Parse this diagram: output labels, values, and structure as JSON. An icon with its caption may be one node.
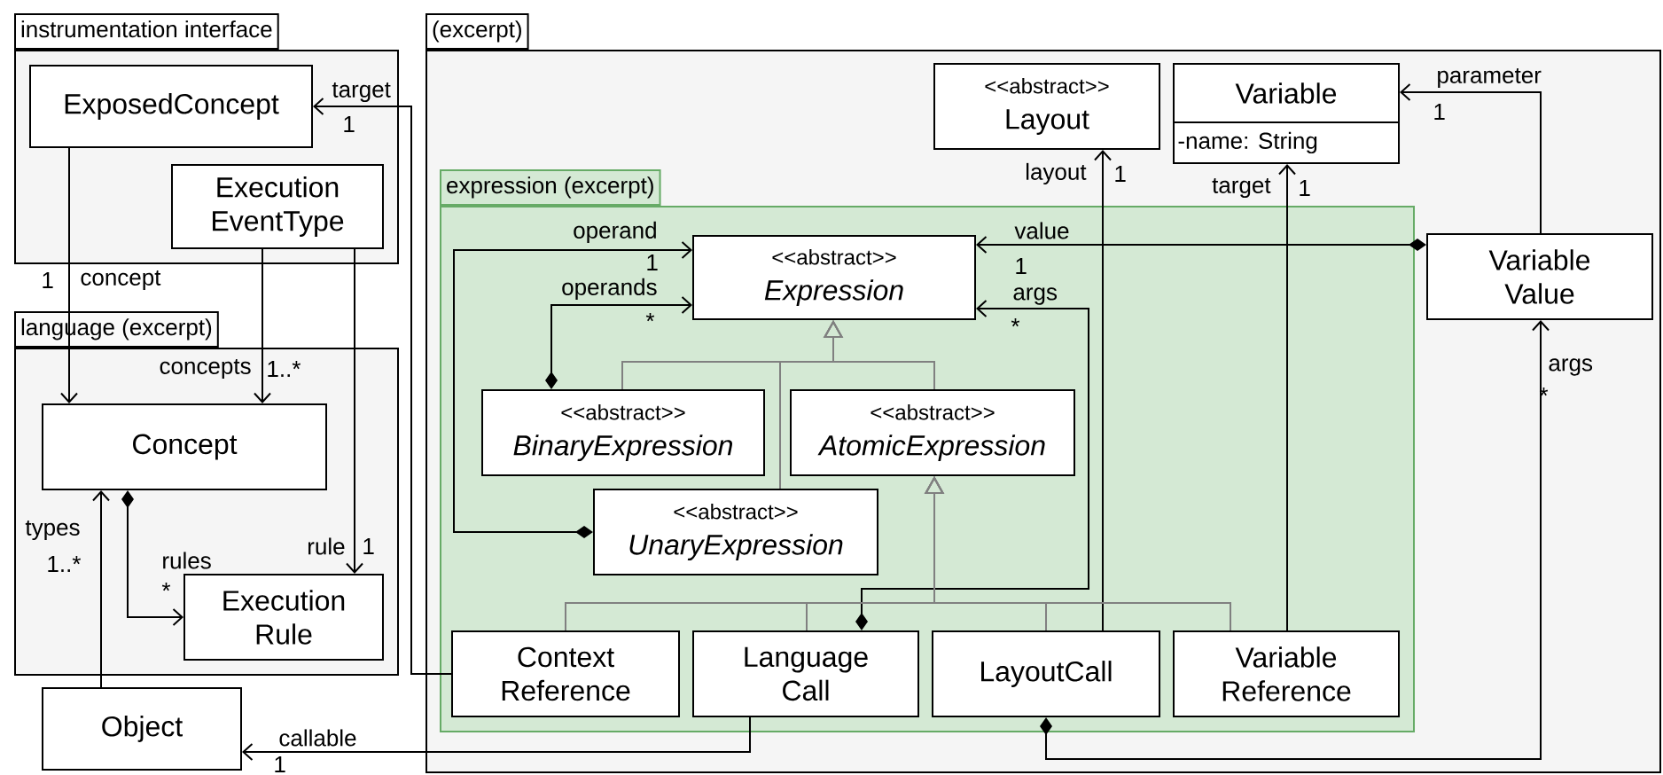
{
  "diagram": {
    "nodes": [
      {
        "text": [
          "instrumentation interface"
        ]
      },
      {
        "text": [
          "ExposedConcept"
        ],
        "in": 0
      },
      {
        "text": [
          "Execution EventType"
        ],
        "in": 0
      },
      {
        "text": [
          "language (excerpt)"
        ]
      },
      {
        "text": [
          "Concept"
        ],
        "in": 3
      },
      {
        "text": [
          "Execution Rule"
        ],
        "in": 3
      },
      {
        "text": [
          "Object"
        ]
      },
      {
        "text": [
          "(excerpt)"
        ]
      },
      {
        "text": [
          "<<abstract>>",
          "Layout"
        ],
        "in": 7
      },
      {
        "text": [
          "Variable",
          "-name: String"
        ],
        "in": 7
      },
      {
        "text": [
          "expression (excerpt)"
        ],
        "in": 7
      },
      {
        "text": [
          "<<abstract>>",
          "Expression"
        ],
        "in": 10
      },
      {
        "text": [
          "<<abstract>>",
          "BinaryExpression"
        ],
        "in": 10
      },
      {
        "text": [
          "<<abstract>>",
          "AtomicExpression"
        ],
        "in": 10
      },
      {
        "text": [
          "<<abstract>>",
          "UnaryExpression"
        ],
        "in": 10
      },
      {
        "text": [
          "Context Reference"
        ],
        "in": 10
      },
      {
        "text": [
          "Language Call"
        ],
        "in": 10
      },
      {
        "text": [
          "LayoutCall"
        ],
        "in": 10
      },
      {
        "text": [
          "Variable Reference"
        ],
        "in": 10
      },
      {
        "text": [
          "Variable Value"
        ],
        "in": 7
      }
    ],
    "edges": [
      {
        "from": 15,
        "to": 1,
        "arrow": "to",
        "label": "target"
      },
      {
        "from": 1,
        "to": 4,
        "arrow": "to",
        "label": "concept"
      },
      {
        "from": 2,
        "to": 4,
        "arrow": "to",
        "label": "concepts"
      },
      {
        "from": 2,
        "to": 5,
        "arrow": "to",
        "label": "rule"
      },
      {
        "from": 4,
        "to": 5,
        "arrow": "to",
        "label": "rules"
      },
      {
        "from": 6,
        "to": 4,
        "arrow": "to",
        "label": "types"
      },
      {
        "from": 16,
        "to": 6,
        "arrow": "to",
        "label": "callable"
      },
      {
        "from": 14,
        "to": 11,
        "arrow": "to",
        "label": "operand"
      },
      {
        "from": 12,
        "to": 11,
        "arrow": "to",
        "label": "operands"
      },
      {
        "from": 16,
        "to": 11,
        "arrow": "to",
        "label": "args"
      },
      {
        "from": 19,
        "to": 11,
        "arrow": "to",
        "label": "value"
      },
      {
        "from": 17,
        "to": 8,
        "arrow": "to",
        "label": "layout"
      },
      {
        "from": 18,
        "to": 9,
        "arrow": "to",
        "label": "target"
      },
      {
        "from": 19,
        "to": 9,
        "arrow": "to",
        "label": "parameter"
      },
      {
        "from": 17,
        "to": 19,
        "arrow": "to",
        "label": "args"
      },
      {
        "from": 12,
        "to": 11,
        "arrow": "to",
        "color": "#808080"
      },
      {
        "from": 13,
        "to": 11,
        "arrow": "to",
        "color": "#808080"
      },
      {
        "from": 14,
        "to": 11,
        "arrow": "to",
        "color": "#808080"
      },
      {
        "from": 15,
        "to": 13,
        "arrow": "to",
        "color": "#808080"
      },
      {
        "from": 16,
        "to": 13,
        "arrow": "to",
        "color": "#808080"
      },
      {
        "from": 17,
        "to": 13,
        "arrow": "to",
        "color": "#808080"
      },
      {
        "from": 18,
        "to": 13,
        "arrow": "to",
        "color": "#808080"
      }
    ],
    "labels": [
      "1",
      "1",
      "1",
      "1",
      "1",
      "1",
      "1",
      "*",
      "*",
      "1..*",
      "*",
      "1",
      "1..*",
      "*",
      "1"
    ]
  }
}
